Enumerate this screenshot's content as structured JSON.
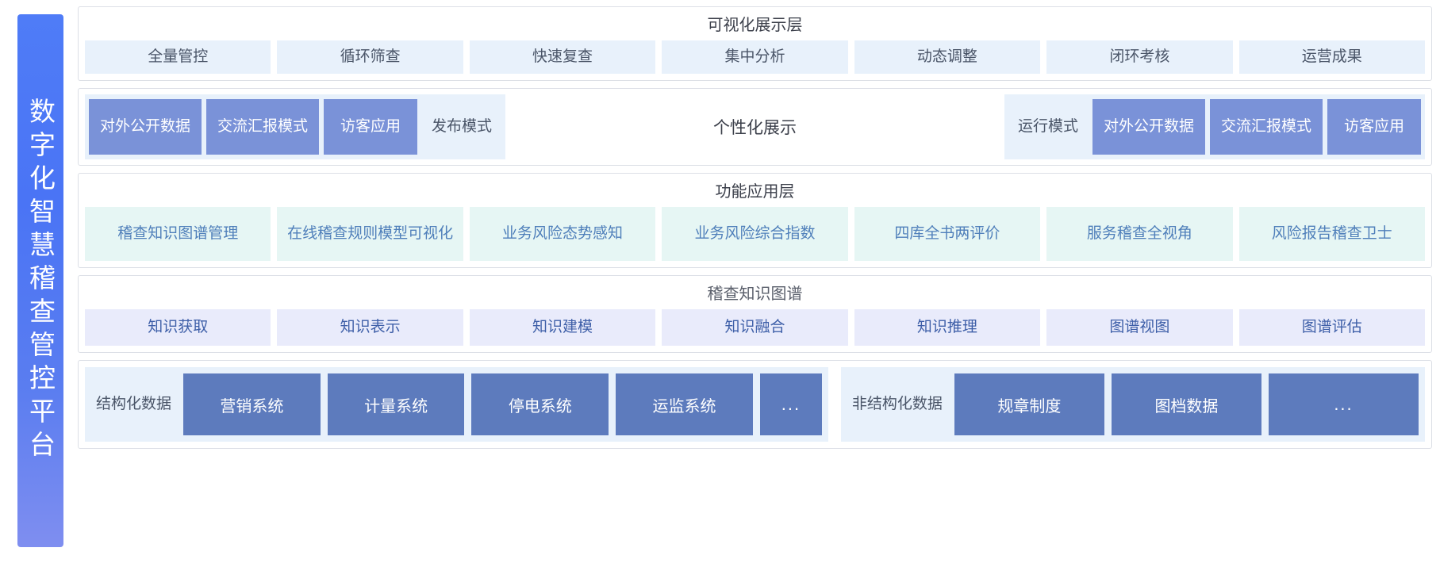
{
  "sidebar": {
    "title": "数字化智慧稽查管控平台"
  },
  "layers": {
    "visualization": {
      "title": "可视化展示层",
      "items": [
        "全量管控",
        "循环筛查",
        "快速复查",
        "集中分析",
        "动态调整",
        "闭环考核",
        "运营成果"
      ]
    },
    "personalization": {
      "center_label": "个性化展示",
      "left_chips": [
        "对外公开数据",
        "交流汇报模式",
        "访客应用"
      ],
      "left_plain": "发布模式",
      "right_plain": "运行模式",
      "right_chips": [
        "对外公开数据",
        "交流汇报模式",
        "访客应用"
      ]
    },
    "functional": {
      "title": "功能应用层",
      "items": [
        "稽查知识图谱管理",
        "在线稽查规则模型可视化",
        "业务风险态势感知",
        "业务风险综合指数",
        "四库全书两评价",
        "服务稽查全视角",
        "风险报告稽查卫士"
      ]
    },
    "knowledge_graph": {
      "title": "稽查知识图谱",
      "items": [
        "知识获取",
        "知识表示",
        "知识建模",
        "知识融合",
        "知识推理",
        "图谱视图",
        "图谱评估"
      ]
    },
    "data_sources": {
      "structured": {
        "label": "结构化数据",
        "items": [
          "营销系统",
          "计量系统",
          "停电系统",
          "运监系统",
          "..."
        ]
      },
      "unstructured": {
        "label": "非结构化数据",
        "items": [
          "规章制度",
          "图档数据",
          "..."
        ]
      }
    }
  },
  "colors": {
    "brand_blue": "#4f7cf7",
    "chip_blue": "#7a92d8",
    "data_chip_blue": "#5d7bbd",
    "vis_bg": "#e8f1fb",
    "func_bg": "#e6f6f4",
    "kg_bg": "#e9ebfb"
  }
}
